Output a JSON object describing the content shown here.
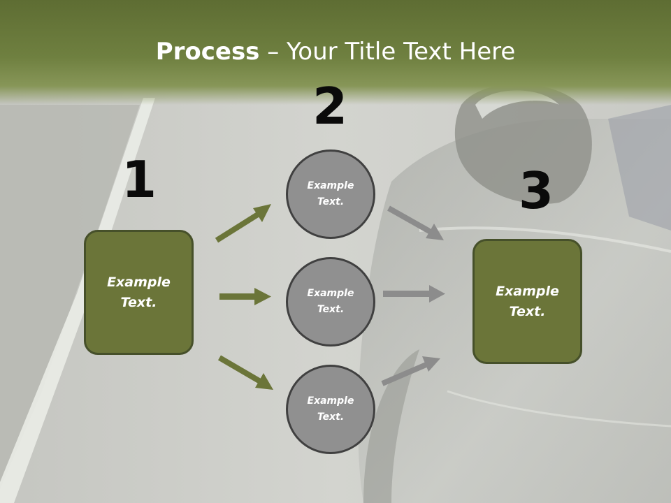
{
  "title": {
    "bold": "Process",
    "rest": " – Your Title Text Here"
  },
  "steps": {
    "step1": {
      "number": "1",
      "box_line1": "Example",
      "box_line2": "Text."
    },
    "step2": {
      "number": "2",
      "circles": [
        {
          "line1": "Example",
          "line2": "Text."
        },
        {
          "line1": "Example",
          "line2": "Text."
        },
        {
          "line1": "Example",
          "line2": "Text."
        }
      ]
    },
    "step3": {
      "number": "3",
      "box_line1": "Example",
      "box_line2": "Text."
    }
  },
  "colors": {
    "title_band": "#6f8040",
    "box_fill": "#6b7539",
    "circle_fill": "#909090",
    "arrow_left": "#6b7539",
    "arrow_right": "#8c8c8c"
  }
}
